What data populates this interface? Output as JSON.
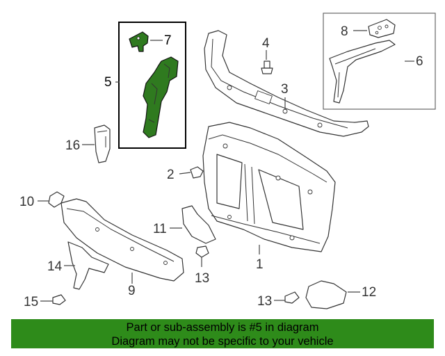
{
  "diagram": {
    "highlighted_part": "5",
    "callouts": {
      "c1": "1",
      "c2": "2",
      "c3": "3",
      "c4": "4",
      "c5": "5",
      "c6": "6",
      "c7": "7",
      "c8": "8",
      "c9": "9",
      "c10": "10",
      "c11": "11",
      "c12": "12",
      "c13a": "13",
      "c13b": "13",
      "c14": "14",
      "c15": "15",
      "c16": "16"
    },
    "colors": {
      "highlight": "#2f7a1f",
      "banner": "#2e8b1a",
      "line": "#333333"
    }
  },
  "banner": {
    "line1": "Part or sub-assembly is #5 in diagram",
    "line2": "Diagram may not be specific to your vehicle"
  }
}
